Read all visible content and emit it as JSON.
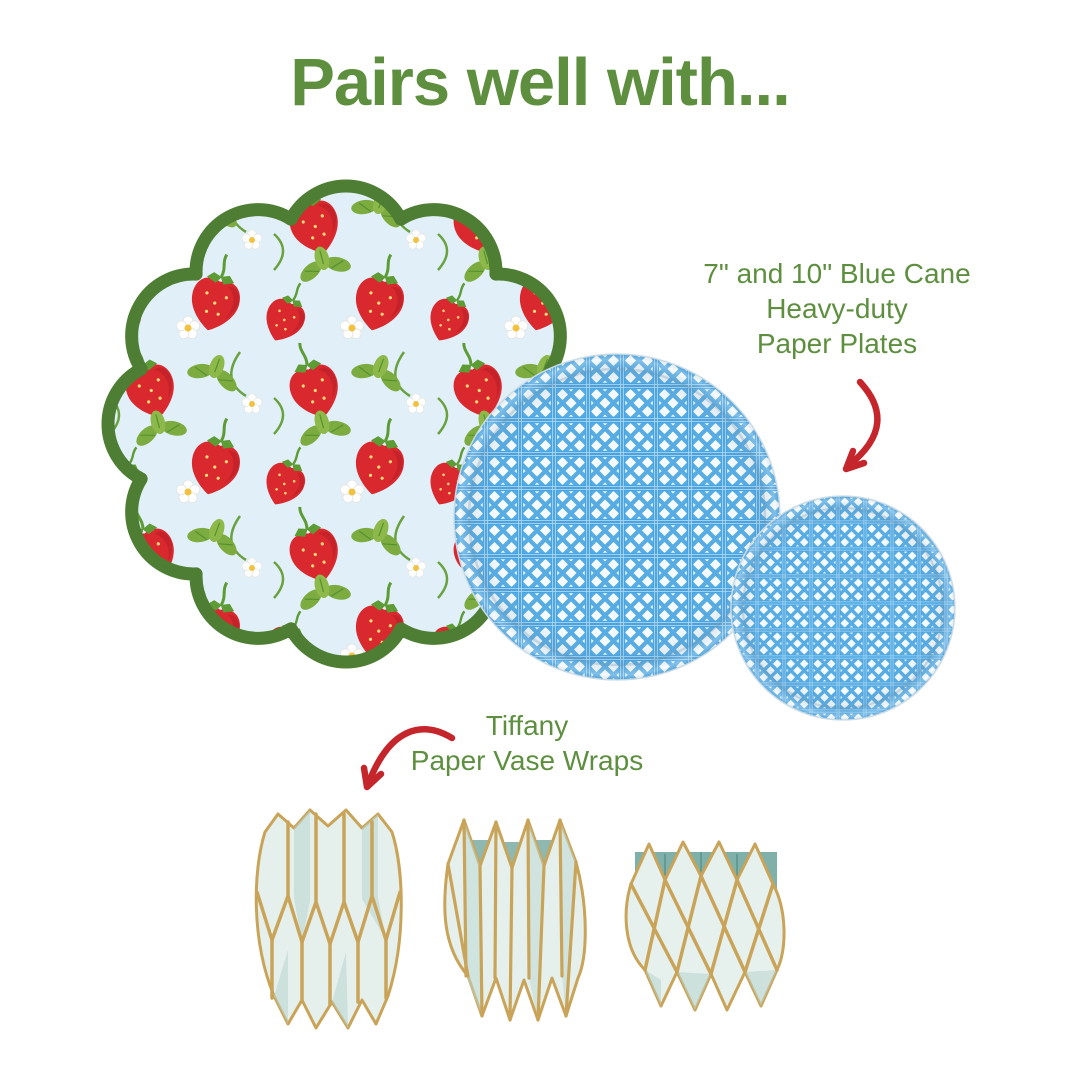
{
  "page": {
    "background": "#ffffff"
  },
  "title": {
    "text": "Pairs well with..."
  },
  "annotations": {
    "plates": {
      "line1": "7\" and 10\" Blue Cane",
      "line2": "Heavy-duty",
      "line3": "Paper Plates"
    },
    "vases": {
      "line1": "Tiffany",
      "line2": "Paper Vase Wraps"
    }
  },
  "illustrations": {
    "placemat": {
      "name": "strawberry-scalloped-placemat",
      "border_color": "#4e7e33",
      "background_color": "#e1f0f8",
      "berry_color": "#d9282e",
      "leaf_color": "#7cab40",
      "flower_color": "#ffffff"
    },
    "cane_plates": {
      "name": "blue-cane-paper-plates",
      "cane_color": "#49a5e2",
      "background_color": "#f4fafd",
      "count": 2
    },
    "vase_wraps": {
      "name": "tiffany-paper-vase-wraps",
      "body_color": "#e5f0ed",
      "gold_color": "#c9a458",
      "interior_color": "#84b2ab",
      "count": 3
    }
  },
  "accents": {
    "arrow_color": "#c5262c",
    "text_green": "#5d8f3f",
    "title_green": "#5d8f3f"
  }
}
